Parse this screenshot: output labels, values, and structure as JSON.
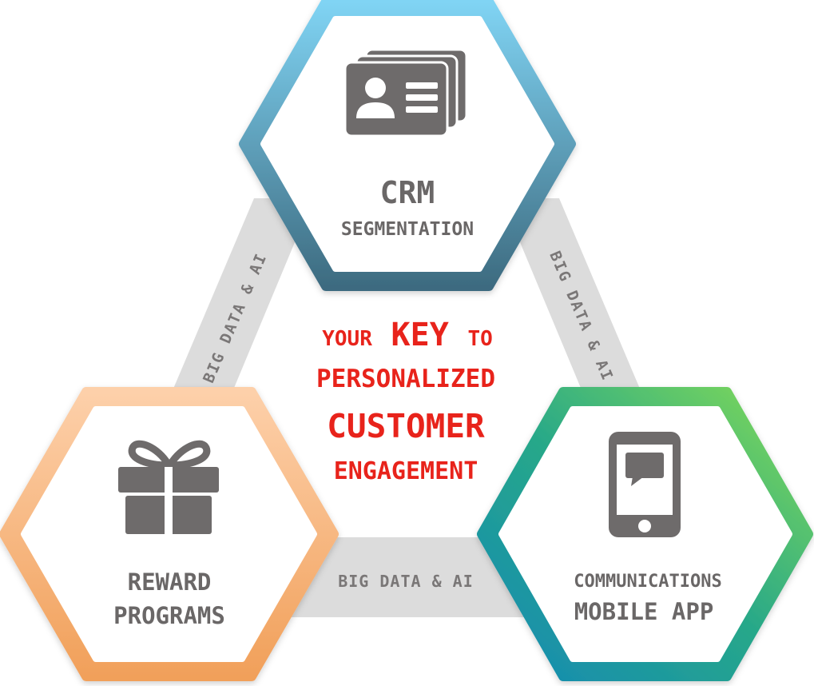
{
  "center": {
    "line1_pre": "YOUR",
    "line1_key": "KEY",
    "line1_post": "TO",
    "line2": "PERSONALIZED",
    "line3": "CUSTOMER",
    "line4": "ENGAGEMENT",
    "color": "#e8231b"
  },
  "connectors": {
    "left": "BIG DATA & AI",
    "right": "BIG DATA & AI",
    "bottom": "BIG DATA & AI",
    "band_color": "#dcdcdc",
    "text_color": "#7a7777"
  },
  "nodes": {
    "crm": {
      "title": "CRM",
      "subtitle": "SEGMENTATION",
      "icon": "contact-cards-icon",
      "gradient": [
        "#7fd3f3",
        "#3f6f86"
      ]
    },
    "reward": {
      "line1": "REWARD",
      "line2": "PROGRAMS",
      "icon": "gift-icon",
      "gradient": [
        "#fcc99e",
        "#f2a15c"
      ]
    },
    "comms": {
      "line1": "COMMUNICATIONS",
      "line2": "MOBILE APP",
      "icon": "mobile-chat-icon",
      "gradient": [
        "#1b8fb0",
        "#7ad85a"
      ]
    }
  },
  "colors": {
    "icon_gray": "#6e6b6b",
    "label_gray": "#6a6767"
  }
}
